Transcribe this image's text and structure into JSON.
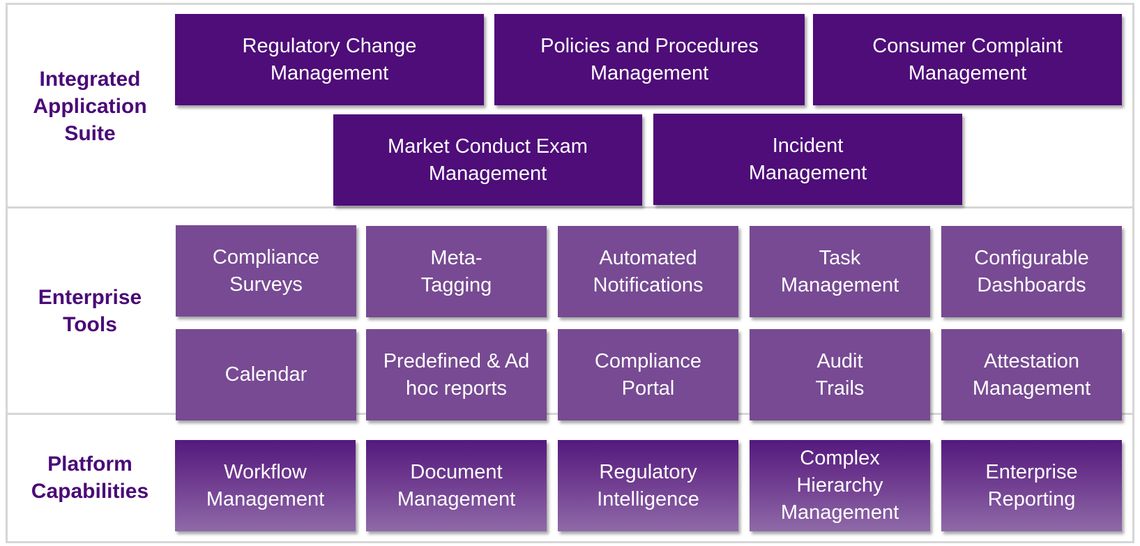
{
  "colors": {
    "label_text": "#4a0a77",
    "application_box": "#4e0d79",
    "tool_box": "#774a93",
    "platform_box_top": "#54197e",
    "platform_box_bottom": "#8f6aa8",
    "border": "#d6d6d6"
  },
  "sections": {
    "application_suite": {
      "label": "Integrated Application Suite",
      "items": [
        "Regulatory Change Management",
        "Policies and Procedures Management",
        "Consumer Complaint Management",
        "Market Conduct Exam Management",
        "Incident Management"
      ]
    },
    "enterprise_tools": {
      "label": "Enterprise Tools",
      "items": [
        "Compliance Surveys",
        "Meta-Tagging",
        "Automated Notifications",
        "Task Management",
        "Configurable Dashboards",
        "Calendar",
        "Predefined & Ad hoc reports",
        "Compliance Portal",
        "Audit Trails",
        "Attestation Management"
      ]
    },
    "platform_capabilities": {
      "label": "Platform Capabilities",
      "items": [
        "Workflow Management",
        "Document Management",
        "Regulatory Intelligence",
        "Complex Hierarchy Management",
        "Enterprise Reporting"
      ]
    }
  }
}
